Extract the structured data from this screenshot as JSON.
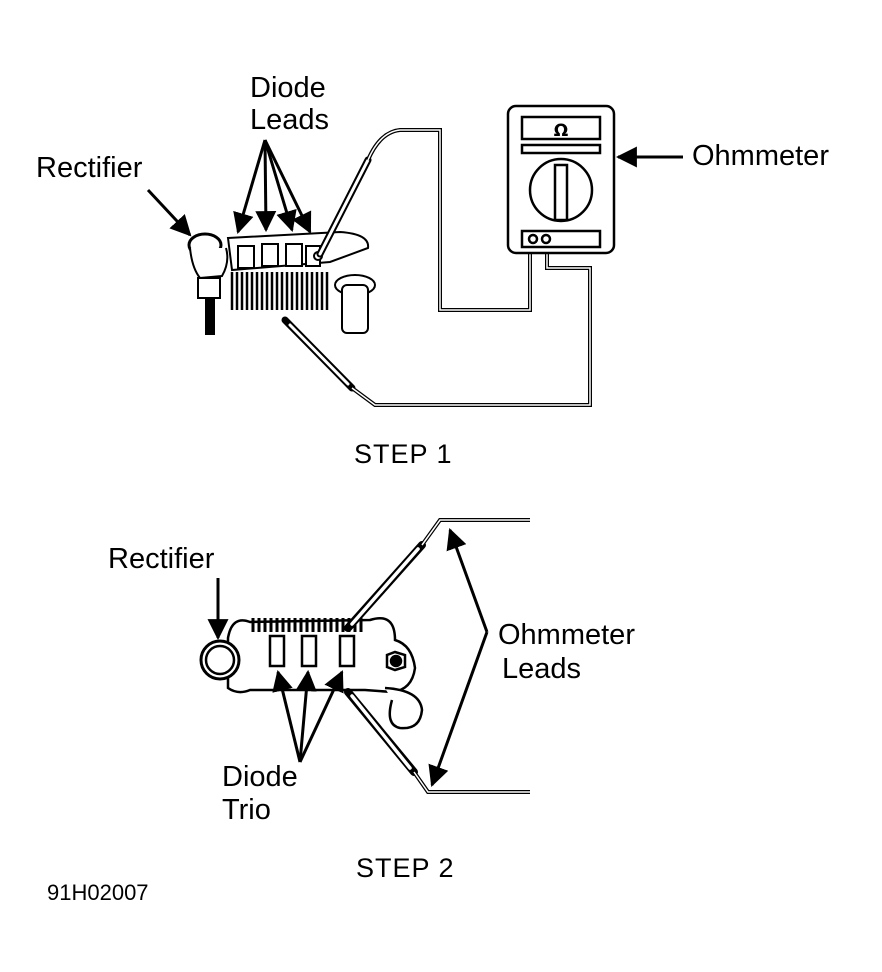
{
  "figure_id": "91H02007",
  "step1": {
    "caption": "STEP 1",
    "labels": {
      "diode_leads_line1": "Diode",
      "diode_leads_line2": "Leads",
      "rectifier": "Rectifier",
      "ohmmeter": "Ohmmeter"
    },
    "meter_display_symbol": "Ω"
  },
  "step2": {
    "caption": "STEP 2",
    "labels": {
      "rectifier": "Rectifier",
      "ohmmeter_leads_line1": "Ohmmeter",
      "ohmmeter_leads_line2": "Leads",
      "diode_trio_line1": "Diode",
      "diode_trio_line2": "Trio"
    }
  },
  "colors": {
    "ink": "#000000",
    "paper": "#ffffff"
  }
}
